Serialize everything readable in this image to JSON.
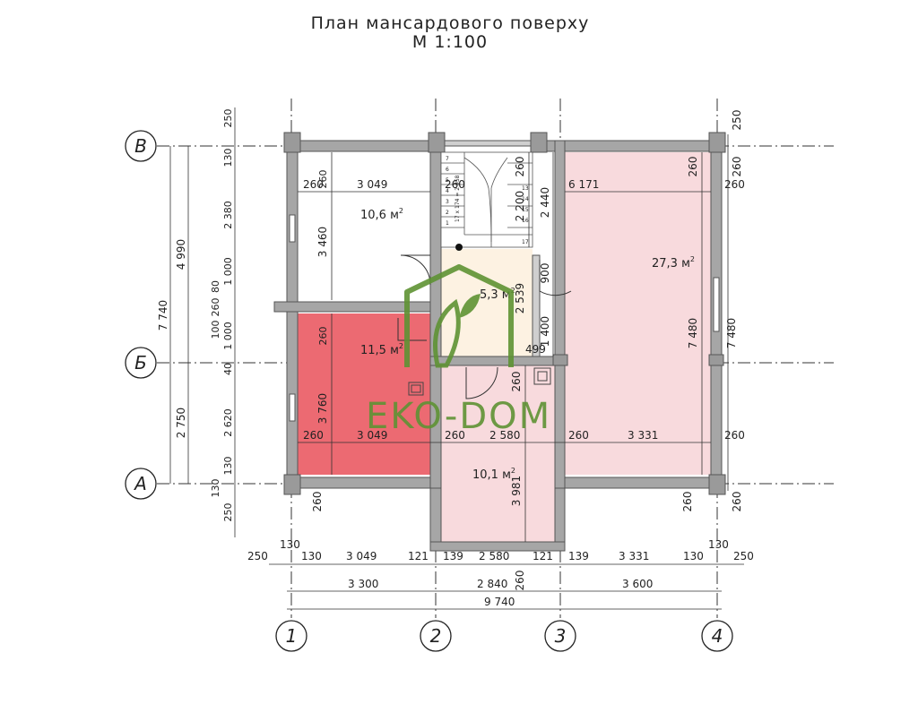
{
  "title": {
    "line1": "План мансардового поверху",
    "line2": "М 1:100"
  },
  "axes": {
    "rows": [
      "В",
      "Б",
      "А"
    ],
    "cols": [
      "1",
      "2",
      "3",
      "4"
    ]
  },
  "rooms": [
    {
      "id": "room-1",
      "area_value": "10,6 м",
      "unit_sup": "2",
      "fill": "#ffffff"
    },
    {
      "id": "room-2",
      "area_value": "11,5 м",
      "unit_sup": "2",
      "fill": "#ec6a72"
    },
    {
      "id": "room-3",
      "area_value": "5,3 м",
      "unit_sup": "2",
      "fill": "#fdf2e2"
    },
    {
      "id": "room-4",
      "area_value": "27,3 м",
      "unit_sup": "2",
      "fill": "#f8dadd"
    },
    {
      "id": "room-5",
      "area_value": "10,1 м",
      "unit_sup": "2",
      "fill": "#f8dadd"
    }
  ],
  "dims": {
    "top_left_260": "260",
    "top_left_3049": "3 049",
    "top_left_3460": "3 460",
    "top_left_260v": "260",
    "stair_260a": "260",
    "stair_2200": "2 200",
    "stair_260b": "260",
    "r4_260v": "260",
    "r4_6171": "6 171",
    "r4_2440": "2 440",
    "r4_900": "900",
    "r4_2539": "2 539",
    "r4_1400": "1 400",
    "r4_499": "499",
    "r4_7480": "7 480",
    "r4_260_right": "260",
    "r2_260v": "260",
    "r2_3760": "3 760",
    "r2_260": "260",
    "r2_3049": "3 049",
    "r5_260a": "260",
    "r5_2580": "2 580",
    "r5_260b": "260",
    "r5_3981": "3 981",
    "r5_260v": "260",
    "r6_260": "260",
    "r6_3331": "3 331",
    "r6_260_right": "260",
    "bot_260_l": "260",
    "bot_260_r": "260",
    "bot_260_rr": "260",
    "row1": [
      "250",
      "130",
      "130",
      "3 049",
      "121",
      "139",
      "2 580",
      "121",
      "139",
      "3 331",
      "130",
      "130",
      "250"
    ],
    "row2": [
      "3 300",
      "2 840",
      "3 600"
    ],
    "row3_total": "9 740",
    "bot_260_mid": "260",
    "right_250_top": "250",
    "right_260_top": "260",
    "right_260_b": "260",
    "right_7480": "7 480",
    "right_260_a": "260",
    "right_260_bot": "260",
    "left_chain": [
      "250",
      "130",
      "2 380",
      "1 000",
      "80",
      "260",
      "100",
      "1 000",
      "40",
      "2 620",
      "130",
      "130",
      "250"
    ],
    "left_mid": [
      "4 990",
      "2 750"
    ],
    "left_total": "7 740",
    "stair_nums": [
      "7",
      "6",
      "5",
      "4",
      "3",
      "2",
      "1",
      "17",
      "16",
      "15",
      "14",
      "13"
    ],
    "stair_spec": "17 x 174 = 2 958"
  },
  "logo": {
    "text": "EKO-DOM",
    "color": "#5f9334"
  }
}
